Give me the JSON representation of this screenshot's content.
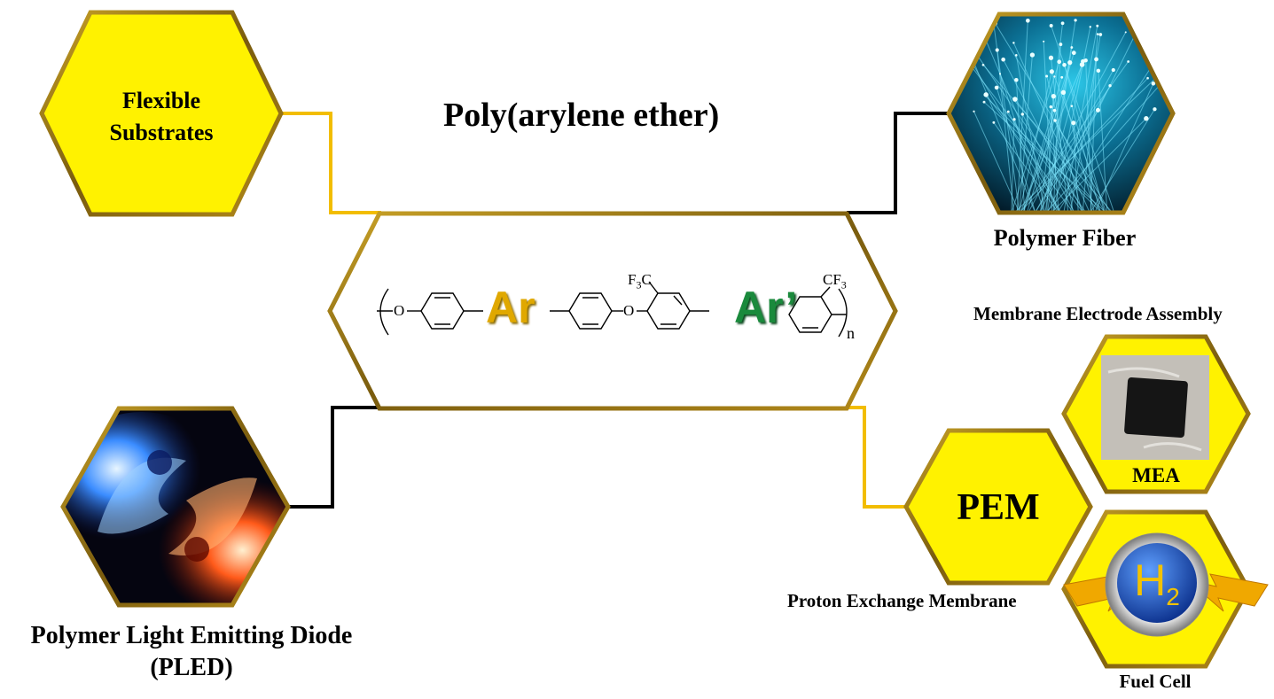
{
  "title": "Poly(arylene ether)",
  "colors": {
    "hex_fill": "#fff200",
    "hex_border": "#8b6f12",
    "connector_gold": "#f2bd00",
    "connector_black": "#000000",
    "ar_gold": "#e0a800",
    "ar_green": "#1a8a3c"
  },
  "structure": {
    "oxygen_1": "O",
    "oxygen_2": "O",
    "ar": "Ar",
    "ar_prime": "Ar’",
    "cf3_left": "F",
    "cf3_left_sub": "3",
    "cf3_left_c": "C",
    "cf3_right": "CF",
    "cf3_right_sub": "3",
    "subscript_n": "n"
  },
  "nodes": {
    "flexible_substrates": {
      "line1": "Flexible",
      "line2": "Substrates"
    },
    "polymer_fiber": {
      "caption": "Polymer Fiber",
      "image": "optical-fiber-image"
    },
    "pled": {
      "caption_line1": "Polymer Light Emitting Diode",
      "caption_line2": "(PLED)",
      "image": "fire-ice-yin-yang-image"
    },
    "mea": {
      "heading": "Membrane Electrode Assembly",
      "label": "MEA",
      "image": "membrane-sample-photo"
    },
    "pem": {
      "label": "PEM",
      "caption": "Proton Exchange Membrane"
    },
    "fuel_cell": {
      "label": "Fuel Cell",
      "h": "H",
      "h_sub": "2"
    }
  }
}
